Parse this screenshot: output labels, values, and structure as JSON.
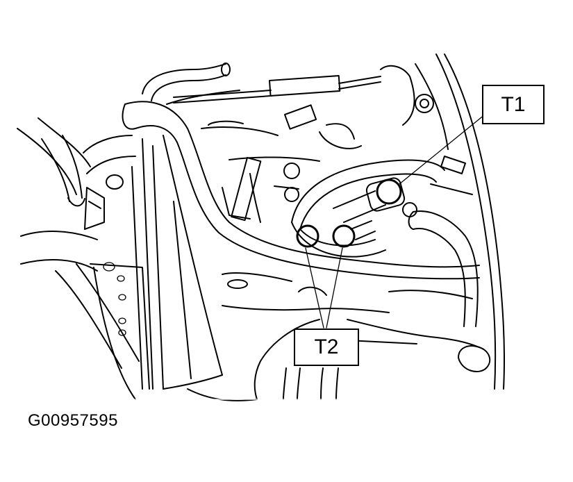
{
  "callouts": {
    "t1": "T1",
    "t2": "T2"
  },
  "figure_id": "G00957595"
}
